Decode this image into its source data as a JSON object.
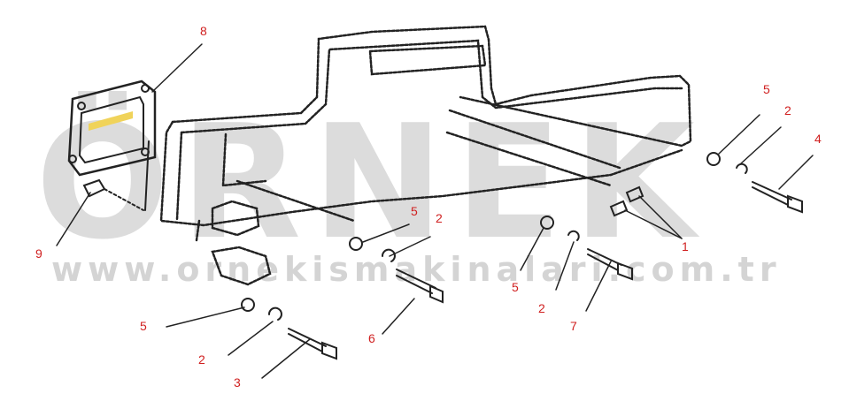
{
  "watermark": {
    "brand": "ÖRNEK",
    "url": "www.ornekismakinalari.com.tr",
    "colors": {
      "letters": "#dcdcdc",
      "accent": "#f0d35a"
    }
  },
  "colors": {
    "callout_text": "#d02020",
    "line_art": "#222222"
  },
  "callouts": {
    "c1": "1",
    "c2a": "2",
    "c2b": "2",
    "c2c": "2",
    "c2d": "2",
    "c3": "3",
    "c4": "4",
    "c5a": "5",
    "c5b": "5",
    "c5c": "5",
    "c5d": "5",
    "c6": "6",
    "c7": "7",
    "c8": "8",
    "c9": "9"
  }
}
